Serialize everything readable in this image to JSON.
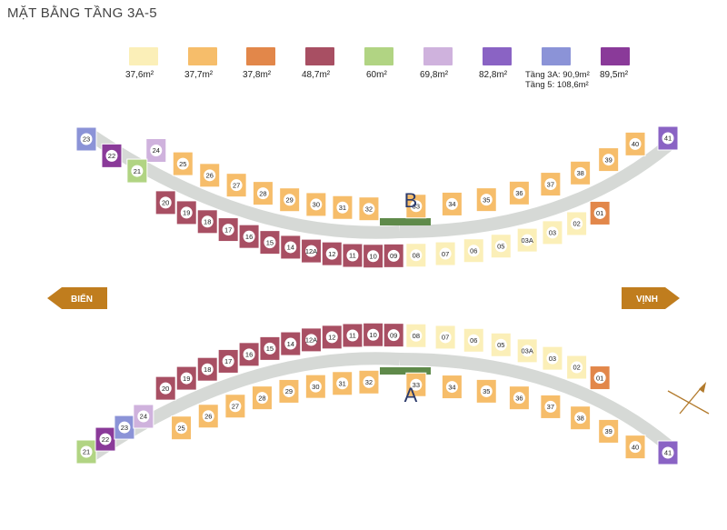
{
  "title": "MẶT BẰNG TẦNG 3A-5",
  "legend": [
    {
      "label": "37,6m²",
      "color": "#fbefb8"
    },
    {
      "label": "37,7m²",
      "color": "#f6bd6a"
    },
    {
      "label": "37,8m²",
      "color": "#e2874a"
    },
    {
      "label": "48,7m²",
      "color": "#a84f63"
    },
    {
      "label": "60m²",
      "color": "#b1d483"
    },
    {
      "label": "69,8m²",
      "color": "#cfb2dd"
    },
    {
      "label": "82,8m²",
      "color": "#8a63c4"
    },
    {
      "label": "Tầng 3A: 90,9m²",
      "label2": "Tầng   5: 108,6m²",
      "color": "#8b93d7"
    },
    {
      "label": "89,5m²",
      "color": "#8a3a99"
    }
  ],
  "buildings": {
    "b": "B",
    "a": "A"
  },
  "directions": {
    "left": "BIỂN",
    "right": "VỊNH"
  },
  "blockB": {
    "left_top": [
      "24",
      "25",
      "26",
      "27",
      "28",
      "29",
      "30",
      "31",
      "32"
    ],
    "left_bottom": [
      "20",
      "19",
      "18",
      "17",
      "16",
      "15",
      "14",
      "12A",
      "12",
      "11",
      "10",
      "09"
    ],
    "left_ends": [
      "23",
      "22",
      "21"
    ],
    "right_top": [
      "33",
      "34",
      "35",
      "36",
      "37",
      "38",
      "39",
      "40"
    ],
    "right_bottom": [
      "08",
      "07",
      "06",
      "05",
      "03A",
      "03",
      "02",
      "01"
    ],
    "right_ends": [
      "41"
    ]
  },
  "blockA": {
    "left_top": [
      "20",
      "19",
      "18",
      "17",
      "16",
      "15",
      "14",
      "12A",
      "12",
      "11",
      "10",
      "09"
    ],
    "left_bottom": [
      "25",
      "26",
      "27",
      "28",
      "29",
      "30",
      "31",
      "32"
    ],
    "left_ends": [
      "21",
      "22",
      "23",
      "24"
    ],
    "right_top": [
      "08",
      "07",
      "06",
      "05",
      "03A",
      "03",
      "02",
      "01"
    ],
    "right_bottom": [
      "33",
      "34",
      "35",
      "36",
      "37",
      "38",
      "39",
      "40"
    ],
    "right_ends": [
      "41"
    ]
  },
  "colors": {
    "corridor": "#d6d9d6",
    "green": "#5f8a4a",
    "orange_arrow": "#c07d1e"
  }
}
